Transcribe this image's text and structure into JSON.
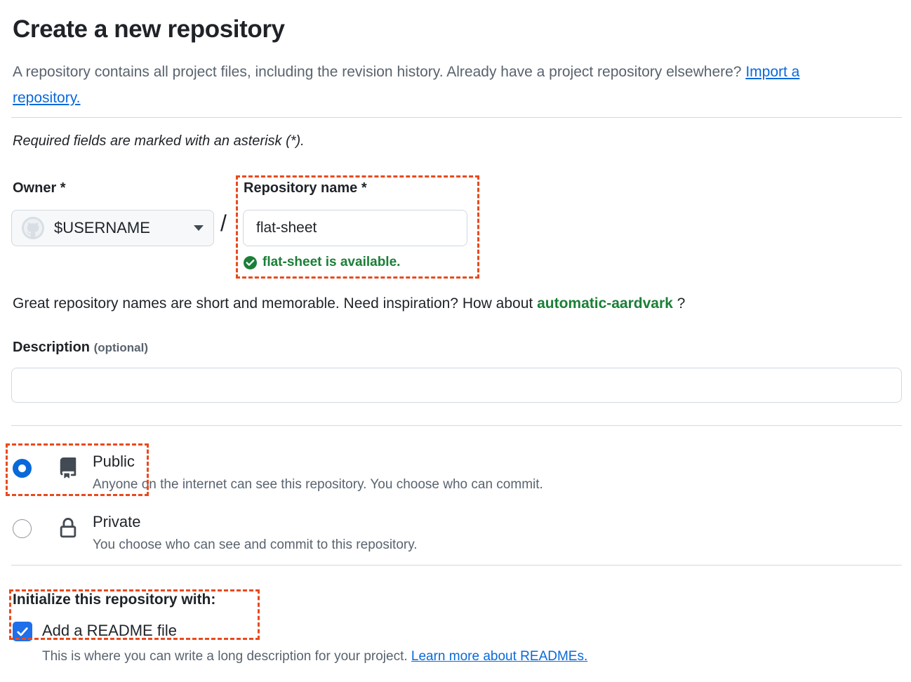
{
  "page": {
    "title": "Create a new repository",
    "lede_part1": "A repository contains all project files, including the revision history. Already have a project repository elsewhere? ",
    "import_link": "Import a repository.",
    "required_note": "Required fields are marked with an asterisk (*)."
  },
  "owner": {
    "label": "Owner *",
    "value": "$USERNAME",
    "avatar_icon": "github-octocat-avatar",
    "chevron_icon": "chevron-down-icon",
    "separator": "/"
  },
  "repository": {
    "label": "Repository name *",
    "value": "flat-sheet",
    "placeholder": "",
    "availability_text": "flat-sheet is available.",
    "availability_icon": "check-circle-icon",
    "availability_color": "#1a7f37"
  },
  "inspiration": {
    "prefix": "Great repository names are short and memorable. Need inspiration? How about ",
    "suggestion": "automatic-aardvark",
    "suffix": " ?"
  },
  "description": {
    "label": "Description ",
    "optional": "(optional)",
    "value": "",
    "placeholder": ""
  },
  "visibility": {
    "options": [
      {
        "name": "Public",
        "description": "Anyone on the internet can see this repository. You choose who can commit.",
        "icon": "repo-book-icon",
        "selected": true
      },
      {
        "name": "Private",
        "description": "You choose who can see and commit to this repository.",
        "icon": "lock-icon",
        "selected": false
      }
    ]
  },
  "initialize": {
    "label": "Initialize this repository with:",
    "readme_label": "Add a README file",
    "readme_checked": true,
    "readme_description": "This is where you can write a long description for your project. ",
    "readme_link": "Learn more about READMEs."
  },
  "colors": {
    "accent_blue": "#0969da",
    "success_green": "#1a7f37",
    "annotation_orange": "#e84a1e",
    "checkbox_blue": "#1f6feb",
    "muted_text": "#59636e"
  }
}
